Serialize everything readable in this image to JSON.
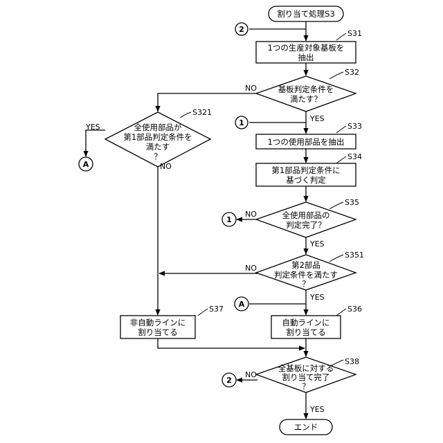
{
  "start": "割り当て処理S3",
  "end": "エンド",
  "steps": {
    "s31": {
      "id": "S31",
      "line1": "1つの生産対象基板を",
      "line2": "抽出"
    },
    "s32": {
      "id": "S32",
      "line1": "基板判定条件を",
      "line2": "満たす？"
    },
    "s321": {
      "id": "S321",
      "line1": "全使用部品が",
      "line2": "第1部品判定条件を",
      "line3": "満たす",
      "line4": "？"
    },
    "s33": {
      "id": "S33",
      "line1": "1つの使用部品を抽出"
    },
    "s34": {
      "id": "S34",
      "line1": "第1部品判定条件に",
      "line2": "基づく判定"
    },
    "s35": {
      "id": "S35",
      "line1": "全使用部品の",
      "line2": "判定完了？"
    },
    "s351": {
      "id": "S351",
      "line1": "第2部品",
      "line2": "判定条件を満たす",
      "line3": "？"
    },
    "s36": {
      "id": "S36",
      "line1": "自動ラインに",
      "line2": "割り当てる"
    },
    "s37": {
      "id": "S37",
      "line1": "非自動ラインに",
      "line2": "割り当てる"
    },
    "s38": {
      "id": "S38",
      "line1": "全基板に対する",
      "line2": "割り当て完了",
      "line3": "？"
    }
  },
  "labels": {
    "yes": "YES",
    "no": "NO"
  },
  "connectors": {
    "c1": "1",
    "c2": "2",
    "cA": "A"
  }
}
